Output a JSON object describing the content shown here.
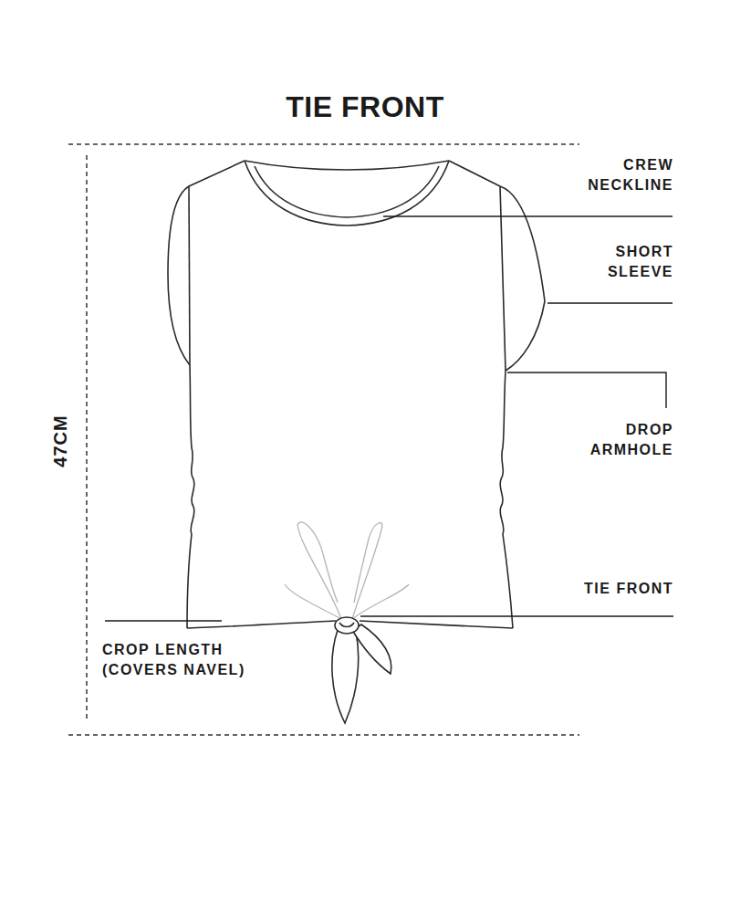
{
  "diagram": {
    "title": "TIE FRONT",
    "labels": [
      "CREW NECKLINE",
      "SHORT SLEEVE",
      "DROP ARMHOLE",
      "TIE FRONT",
      "CROP LENGTH (COVERS NAVEL)",
      "47CM"
    ]
  }
}
